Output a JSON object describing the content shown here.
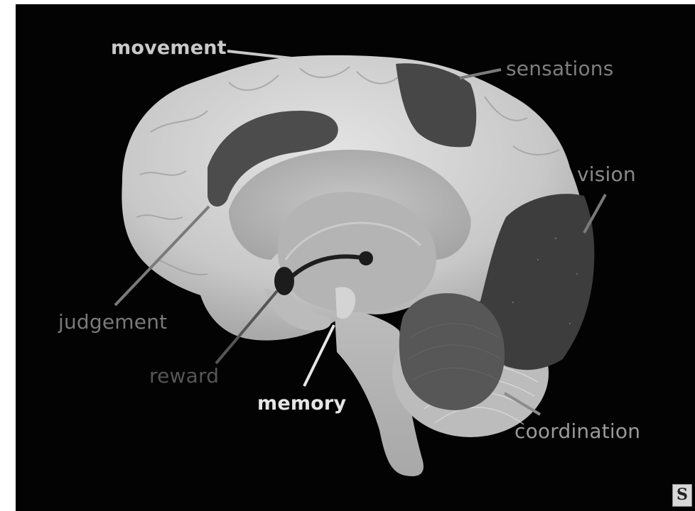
{
  "labels": {
    "movement": "movement",
    "sensations": "sensations",
    "vision": "vision",
    "judgement": "judgement",
    "reward": "reward",
    "memory": "memory",
    "coordination": "coordination"
  },
  "colors": {
    "background": "#030303",
    "cortex": "#d2d2d2",
    "highlight_region": "#4a4a4a",
    "vision_region": "#3d3d3d",
    "cerebellum": "#5a5a5a",
    "reward_pathway": "#1e1e1e"
  },
  "logo": {
    "symbol": "S"
  }
}
